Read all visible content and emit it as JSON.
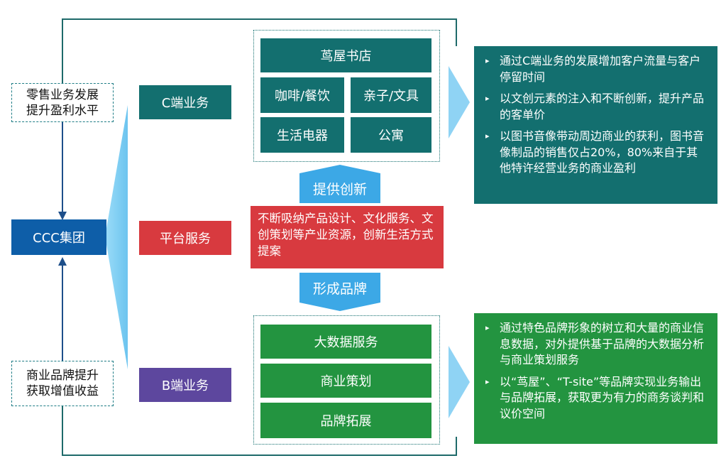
{
  "left": {
    "top_label": "零售业务发展\n提升盈利水平",
    "bottom_label": "商业品牌提升\n获取增值收益",
    "group": "CCC集团"
  },
  "segments": {
    "c_end": "C端业务",
    "platform": "平台服务",
    "b_end": "B端业务"
  },
  "c_business": {
    "bookstore": "茑屋书店",
    "items": [
      "咖啡/餐饮",
      "亲子/文具",
      "生活电器",
      "公寓"
    ]
  },
  "platform_desc": "不断吸纳产品设计、文化服务、文创策划等产业资源，创新生活方式提案",
  "arrows": {
    "up": "提供创新",
    "down": "形成品牌"
  },
  "b_business": {
    "items": [
      "大数据服务",
      "商业策划",
      "品牌拓展"
    ]
  },
  "c_points": [
    "通过C端业务的发展增加客户流量与客户停留时间",
    "以文创元素的注入和不断创新，提升产品的客单价",
    "以图书音像带动周边商业的获利，图书音像制品的销售仅占20%，80%来自于其他特许经营业务的商业盈利"
  ],
  "b_points": [
    "通过特色品牌形象的树立和大量的商业信息数据，对外提供基于品牌的大数据分析与商业策划服务",
    "以“茑屋”、“T-site”等品牌实现业务输出与品牌拓展，获取更为有力的商务谈判和议价空间"
  ],
  "colors": {
    "teal": "#136f6f",
    "green": "#239440",
    "red": "#d83a3f",
    "purple": "#5d479e",
    "blue": "#0e5ea8",
    "light_blue": "#8fd3f4"
  }
}
